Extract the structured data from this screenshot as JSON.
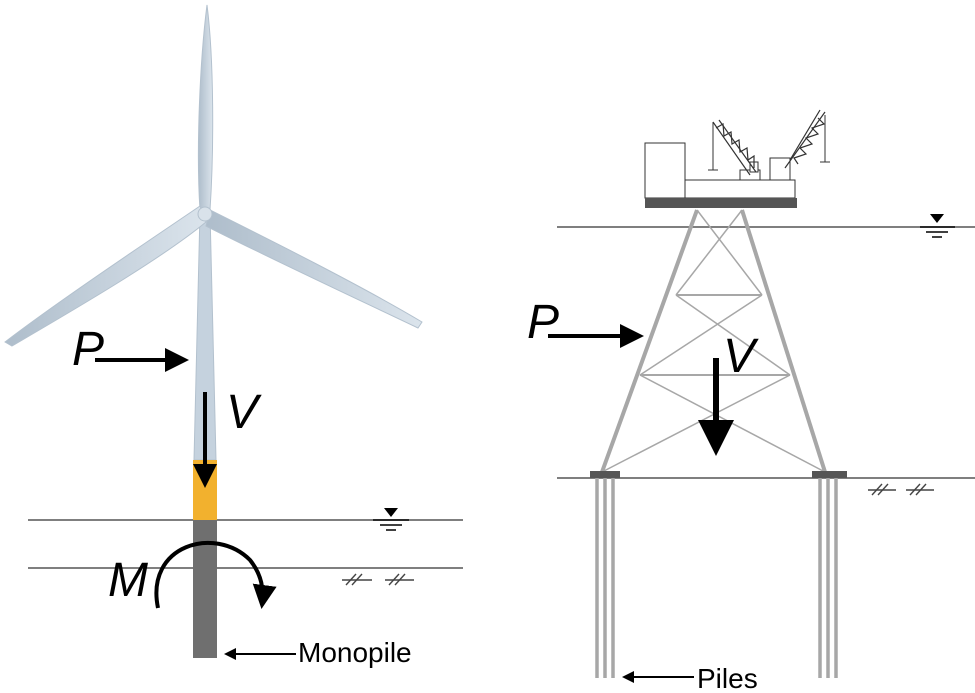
{
  "left_figure": {
    "load_p": "P",
    "load_v": "V",
    "load_m": "M",
    "callout": "Monopile"
  },
  "right_figure": {
    "load_p": "P",
    "load_v": "V",
    "callout": "Piles"
  },
  "colors": {
    "tower": "#c5d2de",
    "transition_piece": "#f2b12e",
    "monopile": "#6f6f6f",
    "jacket": "#a7a7a7",
    "line": "#555555",
    "arrow": "#000000"
  }
}
